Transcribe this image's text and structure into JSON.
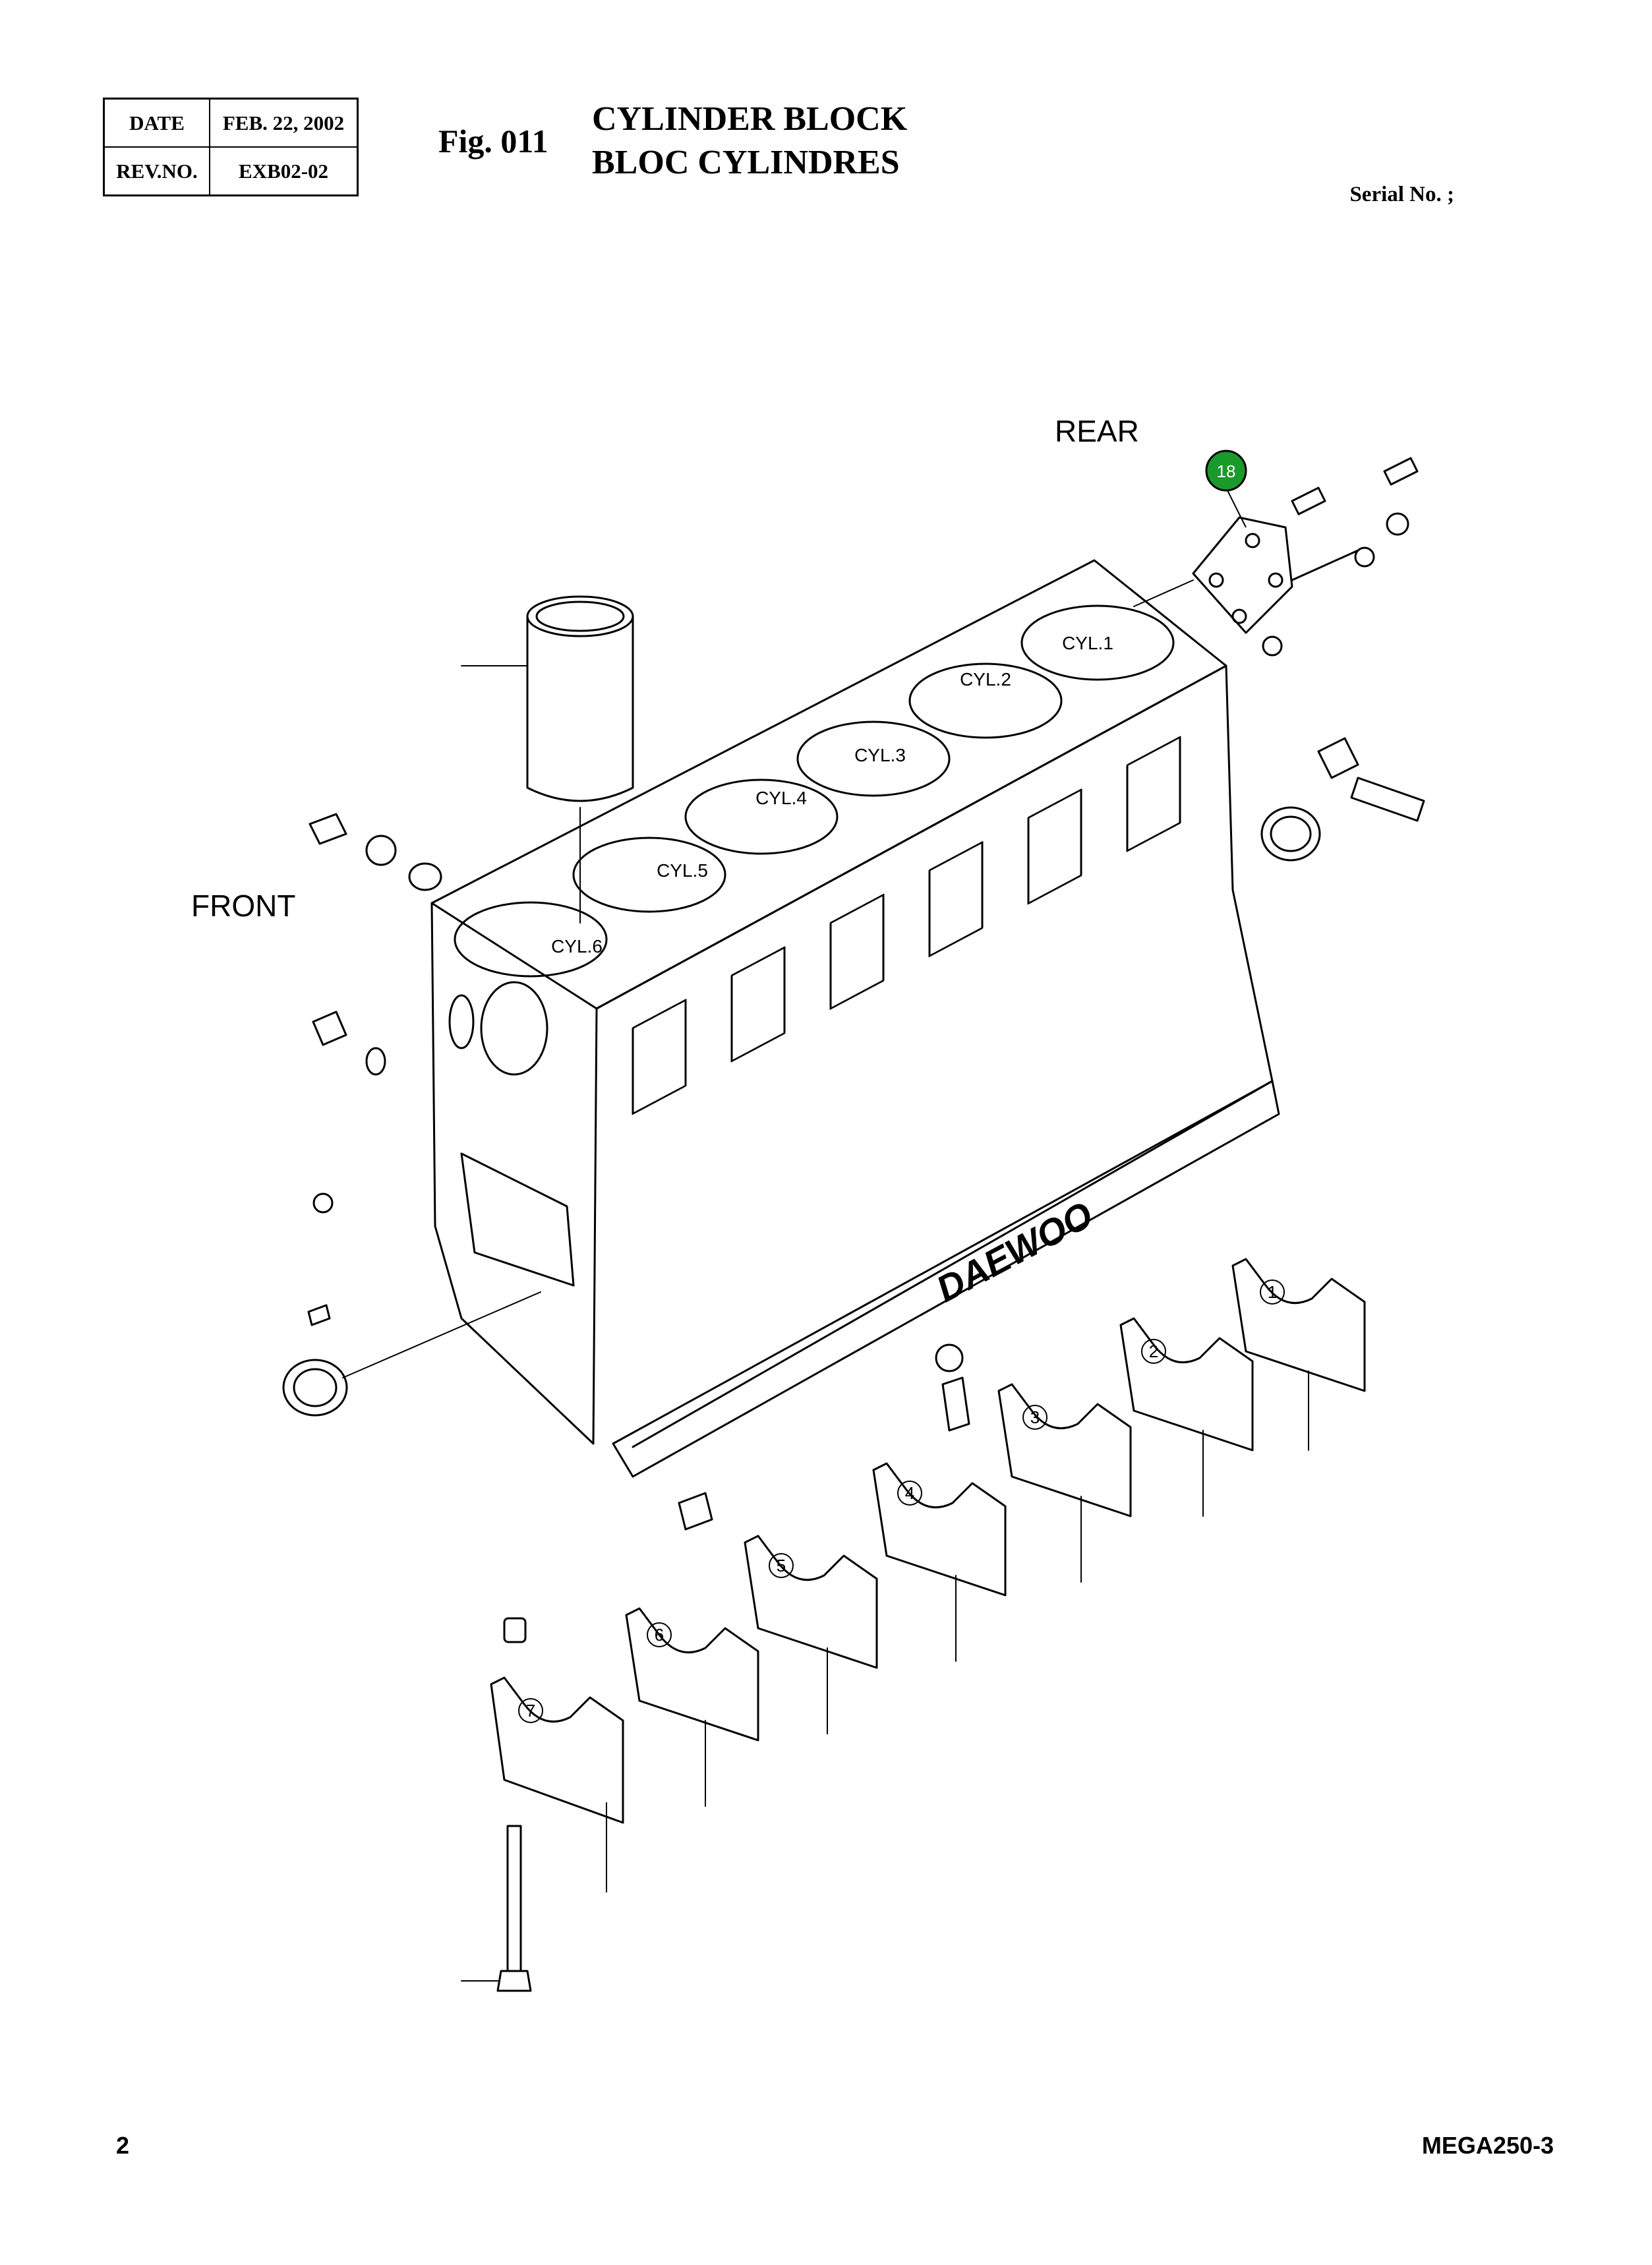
{
  "header": {
    "date_label": "DATE",
    "date_value": "FEB. 22, 2002",
    "rev_label": "REV.NO.",
    "rev_value": "EXB02-02",
    "fig_label": "Fig. 011",
    "title_en": "CYLINDER BLOCK",
    "title_fr": "BLOC CYLINDRES",
    "serial_label": "Serial No. ;"
  },
  "drawing": {
    "rear_label": "REAR",
    "front_label": "FRONT",
    "cylinders": [
      "CYL.1",
      "CYL.2",
      "CYL.3",
      "CYL.4",
      "CYL.5",
      "CYL.6"
    ],
    "brand_text": "DAEWOO",
    "callout_number": "18",
    "callout_color": "#1a9a2a",
    "bearing_cap_numbers": [
      "1",
      "2",
      "3",
      "4",
      "5",
      "6",
      "7"
    ]
  },
  "footer": {
    "page_number": "2",
    "model": "MEGA250-3"
  }
}
